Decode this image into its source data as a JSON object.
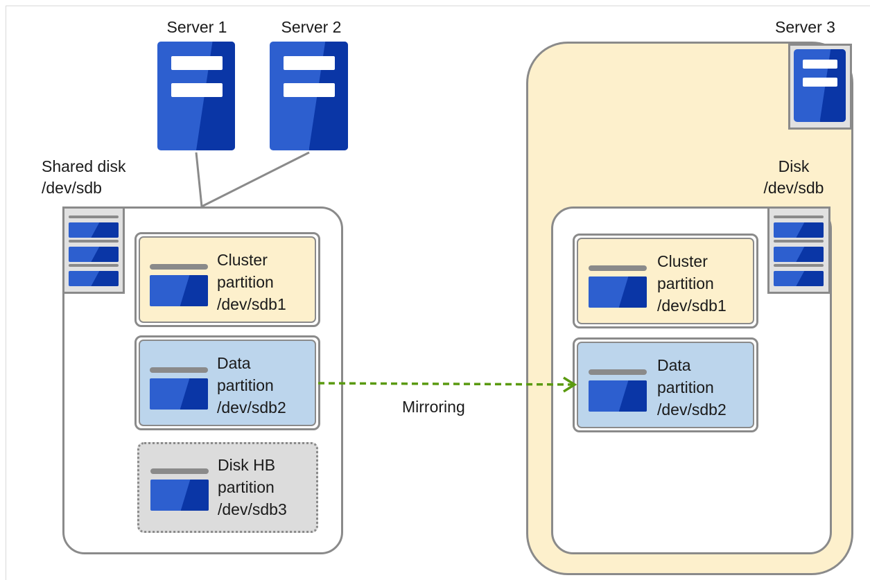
{
  "servers": {
    "server1": {
      "label": "Server 1"
    },
    "server2": {
      "label": "Server 2"
    },
    "server3": {
      "label": "Server 3"
    }
  },
  "shared_disk": {
    "label": "Shared disk\n/dev/sdb",
    "partitions": [
      {
        "label": "Cluster\npartition\n/dev/sdb1",
        "color": "#fdf0cc"
      },
      {
        "label": "Data\npartition\n/dev/sdb2",
        "color": "#bcd5ec"
      },
      {
        "label": "Disk HB\npartition\n/dev/sdb3",
        "color": "#dcdcdc"
      }
    ]
  },
  "local_disk": {
    "label": "Disk\n/dev/sdb",
    "partitions": [
      {
        "label": "Cluster\npartition\n/dev/sdb1",
        "color": "#fdf0cc"
      },
      {
        "label": "Data\npartition\n/dev/sdb2",
        "color": "#bcd5ec"
      }
    ]
  },
  "mirroring": {
    "label": "Mirroring",
    "color": "#5a9a10"
  },
  "colors": {
    "server_blue": "#2d5fcf",
    "server_dark": "#0a36a6",
    "border_gray": "#8a8a8a",
    "server3_area": "#fdf0cc"
  }
}
